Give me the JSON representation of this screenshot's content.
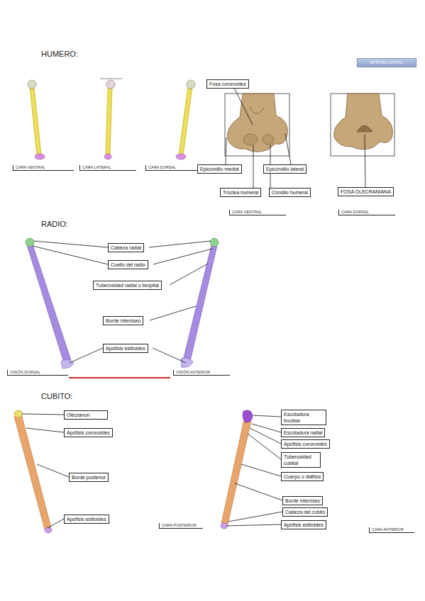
{
  "diagram": {
    "nodes": [
      {
        "text": [
          "EPÍFISIS DISTAL"
        ]
      },
      {
        "text": [
          "CARA VENTRAL"
        ]
      },
      {
        "text": [
          "CARA LATERAL"
        ]
      },
      {
        "text": [
          "CARA DORSAL"
        ]
      },
      {
        "text": [
          "Fosa coronoides"
        ]
      },
      {
        "text": [
          "Epicóndilo medial"
        ]
      },
      {
        "text": [
          "Epicóndilo lateral"
        ]
      },
      {
        "text": [
          "Tróclea humeral"
        ]
      },
      {
        "text": [
          "Cóndilo humeral"
        ]
      },
      {
        "text": [
          "FOSA OLECRANIANA"
        ]
      },
      {
        "text": [
          "CARA VENTRAL"
        ]
      },
      {
        "text": [
          "CARA DORSAL"
        ]
      },
      {
        "text": [
          "Cabeza radial"
        ]
      },
      {
        "text": [
          "Cuello del radio"
        ]
      },
      {
        "text": [
          "Tuberosidad radial o bicipital"
        ]
      },
      {
        "text": [
          "Borde interóseo"
        ]
      },
      {
        "text": [
          "Apófisis estiloides"
        ]
      },
      {
        "text": [
          "VISIÓN DORSAL"
        ]
      },
      {
        "text": [
          "VISIÓN ANTERIOR"
        ]
      },
      {
        "text": [
          "Olécranon"
        ]
      },
      {
        "text": [
          "Apófisis coronoides"
        ]
      },
      {
        "text": [
          "Borde posterior"
        ]
      },
      {
        "text": [
          "Apófisis estiloides"
        ]
      },
      {
        "text": [
          "CARA POSTERIOR"
        ]
      },
      {
        "text": [
          "Escotadura troclear"
        ]
      },
      {
        "text": [
          "Escotadura radial"
        ]
      },
      {
        "text": [
          "Apófisis coronoides"
        ]
      },
      {
        "text": [
          "Tuberosidad cubital"
        ]
      },
      {
        "text": [
          "Cuerpo o diáfisis"
        ]
      },
      {
        "text": [
          "Borde interóseo"
        ]
      },
      {
        "text": [
          "Cabeza del cúbito"
        ]
      },
      {
        "text": [
          "Apófisis estiloides"
        ]
      },
      {
        "text": [
          "CARA ANTERIOR"
        ]
      }
    ],
    "labels": [
      "HUMERO:",
      "RADIO:",
      "CUBITO:"
    ]
  }
}
